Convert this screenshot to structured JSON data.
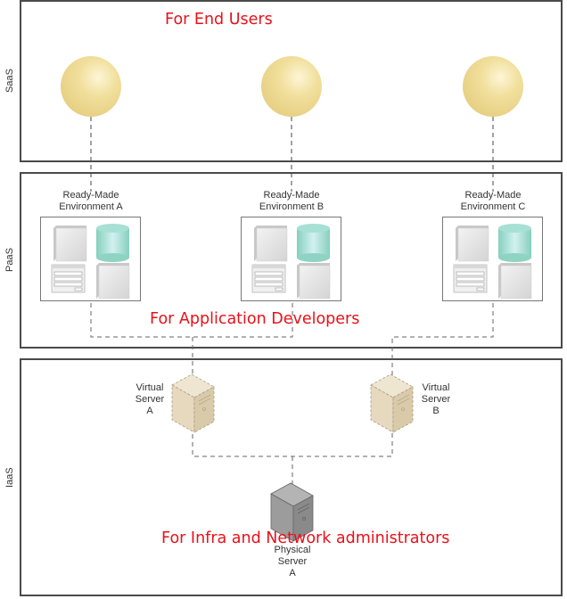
{
  "tiers": {
    "saas": {
      "label": "SaaS",
      "caption": "For End Users"
    },
    "paas": {
      "label": "PaaS",
      "caption": "For Application Developers"
    },
    "iaas": {
      "label": "IaaS",
      "caption": "For Infra and Network administrators"
    }
  },
  "environments": [
    {
      "title_line1": "Ready-Made",
      "title_line2": "Environment A"
    },
    {
      "title_line1": "Ready-Made",
      "title_line2": "Environment B"
    },
    {
      "title_line1": "Ready-Made",
      "title_line2": "Environment C"
    }
  ],
  "virtual_servers": [
    {
      "line1": "Virtual",
      "line2": "Server",
      "line3": "A"
    },
    {
      "line1": "Virtual",
      "line2": "Server",
      "line3": "B"
    }
  ],
  "physical_server": {
    "line1": "Physical",
    "line2": "Server",
    "line3": "A"
  },
  "colors": {
    "caption": "#e8111a",
    "sphere": "#f0dc96",
    "database": "#8fd6c6",
    "virtual_server": "#e8dcc4",
    "physical_server": "#a0a0a0",
    "border": "#4a4a4a"
  }
}
